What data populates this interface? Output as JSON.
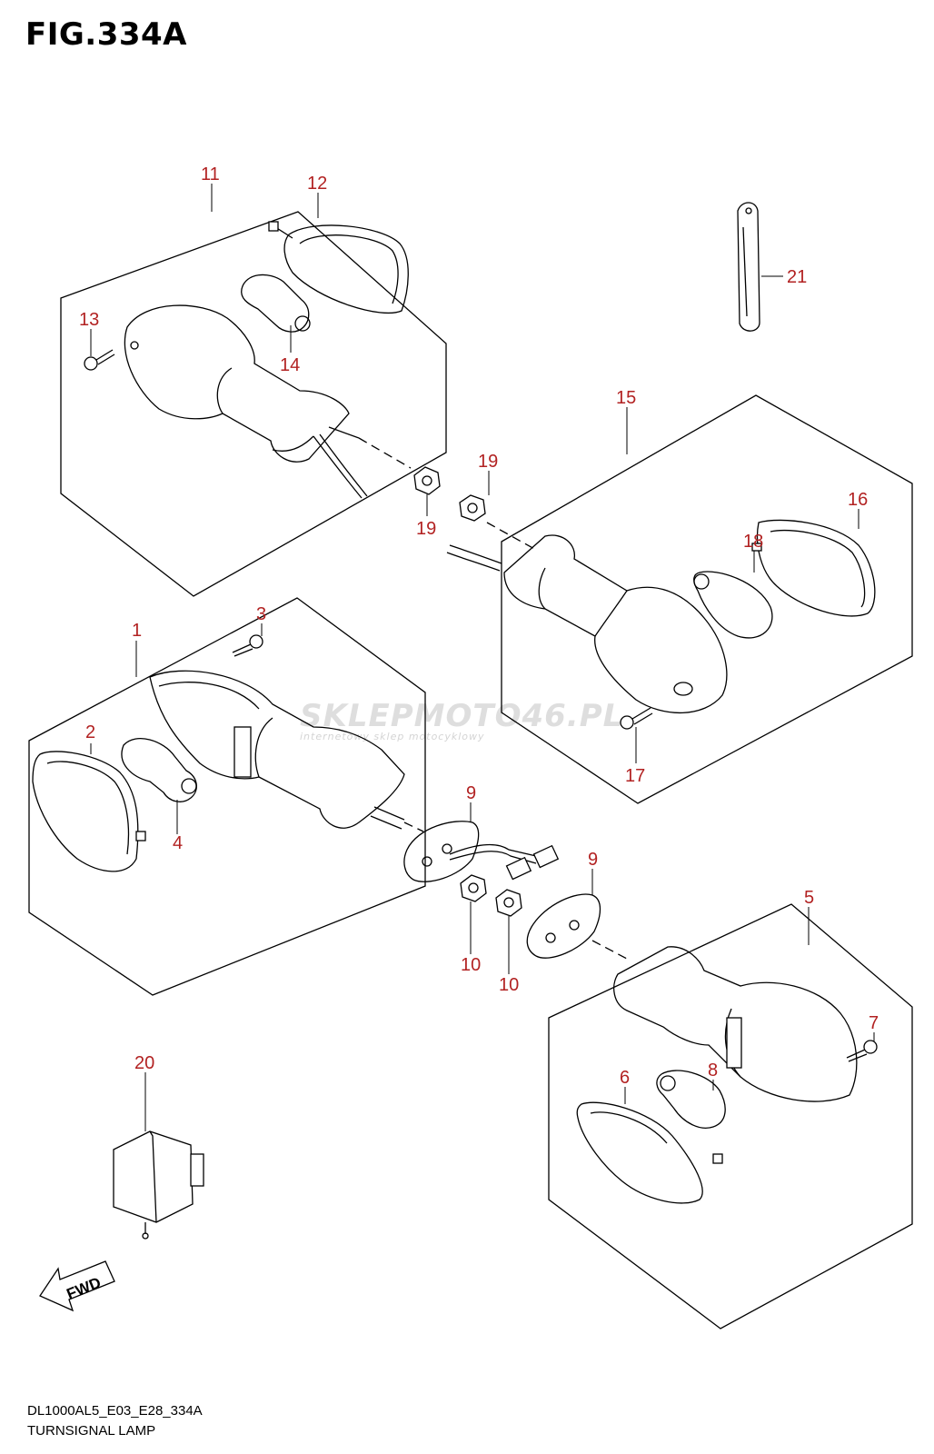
{
  "figure_title": "FIG.334A",
  "footer": {
    "code": "DL1000AL5_E03_E28_334A",
    "caption": "TURNSIGNAL LAMP"
  },
  "watermark": {
    "text": "SKLEPMOTO46.PL",
    "subtext": "internetowy sklep motocyklowy"
  },
  "direction_marker": "FWD",
  "colors": {
    "callout": "#b22222",
    "line": "#000000"
  },
  "callouts": [
    "1",
    "2",
    "3",
    "4",
    "5",
    "6",
    "7",
    "8",
    "9",
    "9",
    "10",
    "10",
    "11",
    "12",
    "13",
    "14",
    "15",
    "16",
    "17",
    "18",
    "19",
    "19",
    "20",
    "21"
  ]
}
